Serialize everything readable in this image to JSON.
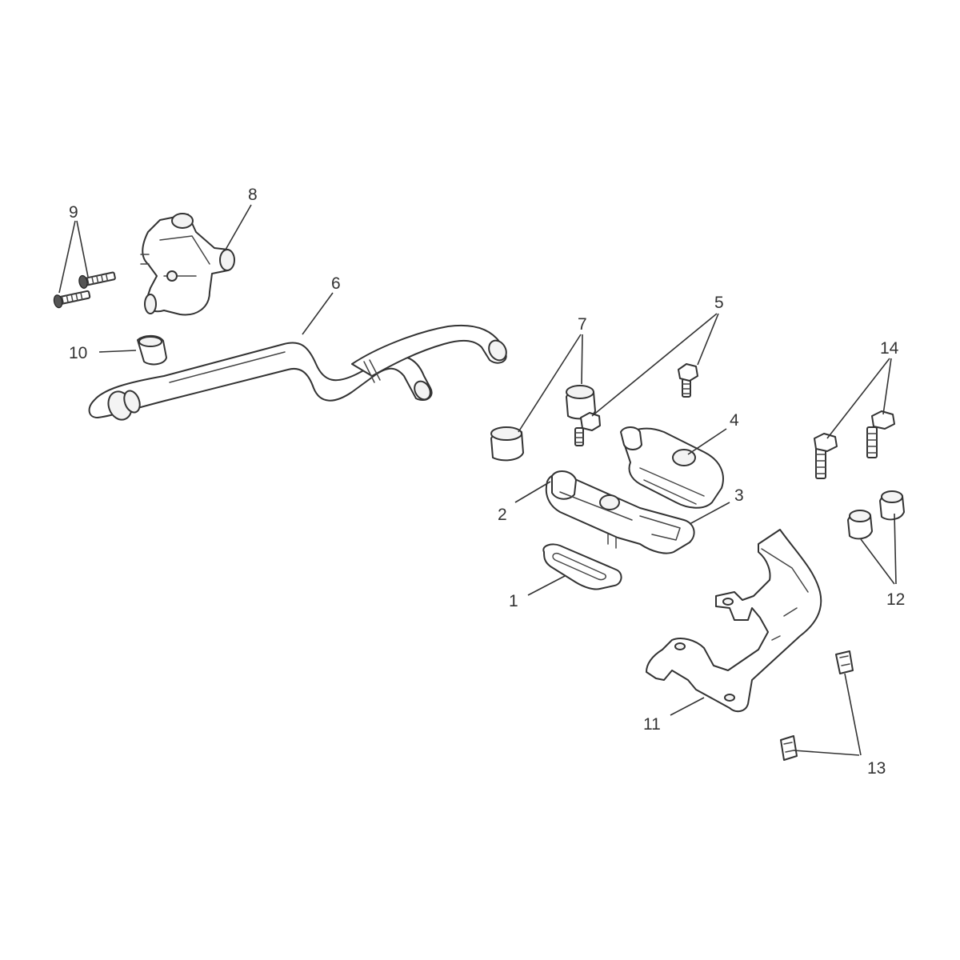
{
  "diagram": {
    "callouts": {
      "c1": "1",
      "c2": "2",
      "c3": "3",
      "c4": "4",
      "c5": "5",
      "c6": "6",
      "c7": "7",
      "c8": "8",
      "c9": "9",
      "c10": "10",
      "c11": "11",
      "c12": "12",
      "c13": "13",
      "c14": "14"
    }
  },
  "colors": {
    "line": "#333333",
    "background": "#ffffff"
  }
}
